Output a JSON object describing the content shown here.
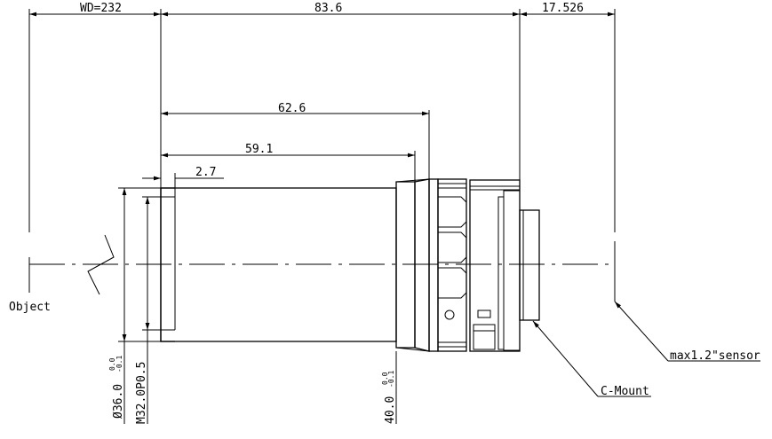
{
  "dimensions": {
    "wd": "WD=232",
    "total_length": "83.6",
    "back_focus": "17.526",
    "length_62": "62.6",
    "length_59": "59.1",
    "step": "2.7",
    "dia_36": "Ø36.0",
    "dia_36_tol_upper": "0.0",
    "dia_36_tol_lower": "-0.1",
    "thread": "M32.0P0.5",
    "dia_40": "40.0",
    "dia_40_tol_upper": "0.0",
    "dia_40_tol_lower": "-0.1"
  },
  "labels": {
    "object": "Object",
    "mount": "C-Mount",
    "sensor": "max1.2\"sensor"
  }
}
